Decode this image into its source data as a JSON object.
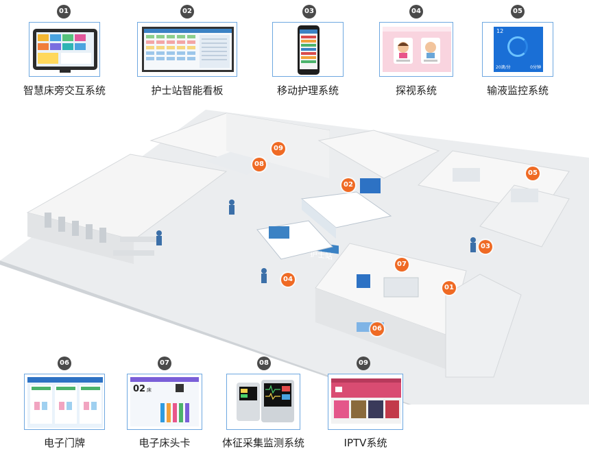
{
  "colors": {
    "badge": "#4a4a4a",
    "marker": "#ef6a24",
    "frame": "#6da7e0"
  },
  "top_systems": [
    {
      "num": "01",
      "label": "智慧床旁交互系统"
    },
    {
      "num": "02",
      "label": "护士站智能看板"
    },
    {
      "num": "03",
      "label": "移动护理系统"
    },
    {
      "num": "04",
      "label": "探视系统"
    },
    {
      "num": "05",
      "label": "输液监控系统"
    }
  ],
  "bottom_systems": [
    {
      "num": "06",
      "label": "电子门牌"
    },
    {
      "num": "07",
      "label": "电子床头卡"
    },
    {
      "num": "08",
      "label": "体征采集监测系统"
    },
    {
      "num": "09",
      "label": "IPTV系统"
    }
  ],
  "scene": {
    "nurse_station_sign": "护士站",
    "markers": [
      "01",
      "02",
      "03",
      "04",
      "05",
      "06",
      "07",
      "08",
      "09"
    ]
  },
  "screens": {
    "infusion": {
      "top_left": "12",
      "bottom_left": "20滴/分",
      "bottom_right": "0分钟"
    },
    "bed_card": {
      "number": "02",
      "unit": "床"
    }
  }
}
